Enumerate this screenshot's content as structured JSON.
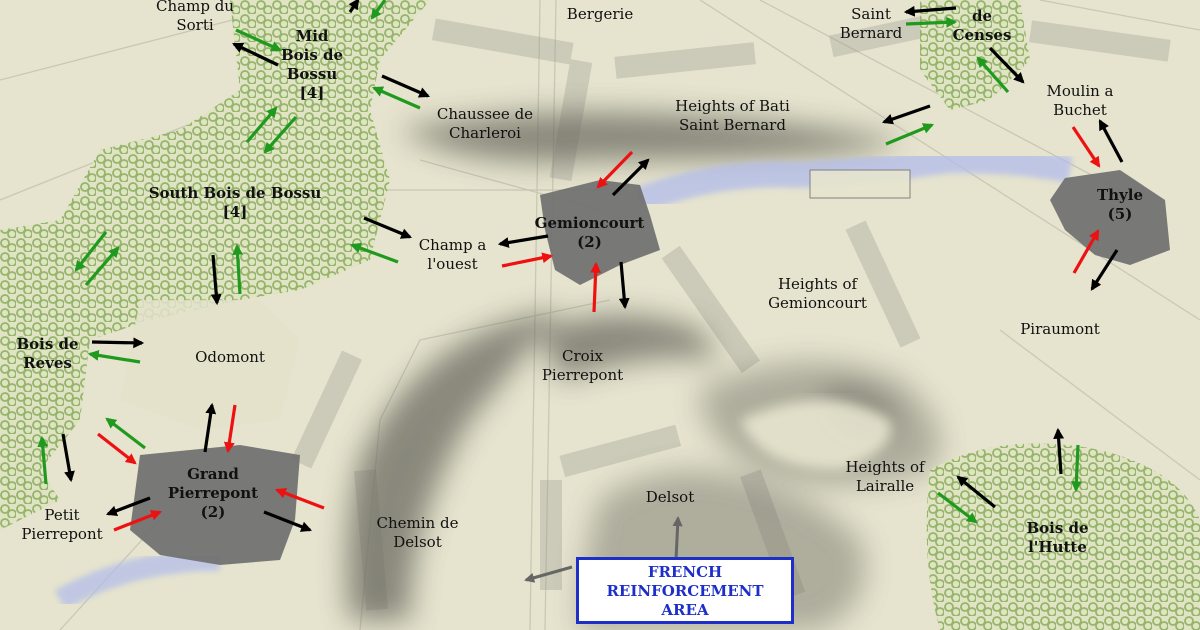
{
  "map": {
    "colors": {
      "background": "#e6e4ce",
      "woods": "#9dbb74",
      "town": "#6f6f6f",
      "stream": "#a9b4ea",
      "arrow_black": "#000000",
      "arrow_green": "#1f9a1f",
      "arrow_red": "#ee1111",
      "reinforcement_border": "#1d2fc8"
    },
    "labels": {
      "champ_du_sorti": "Champ du\nSorti",
      "mid_bois_de_bossu": "Mid\nBois de\nBossu\n[4]",
      "bergerie": "Bergerie",
      "saint_bernard": "Saint\nBernard",
      "de_censes": "de\nCenses",
      "moulin_a_buchet": "Moulin a\nBuchet",
      "chaussee_de_charleroi": "Chaussee de\nCharleroi",
      "heights_of_bati_saint_bernard": "Heights of Bati\nSaint Bernard",
      "south_bois_de_bossu": "South Bois de Bossu\n[4]",
      "gemioncourt": "Gemioncourt\n(2)",
      "thyle": "Thyle\n(5)",
      "champ_a_louest": "Champ a\nl'ouest",
      "heights_of_gemioncourt": "Heights of\nGemioncourt",
      "piraumont": "Piraumont",
      "bois_de_reves": "Bois de\nReves",
      "odomont": "Odomont",
      "croix_pierrepont": "Croix\nPierrepont",
      "grand_pierrepont": "Grand\nPierrepont\n(2)",
      "heights_of_lairalle": "Heights of\nLairalle",
      "petit_pierrepont": "Petit\nPierrepont",
      "delsot": "Delsot",
      "chemin_de_delsot": "Chemin de\nDelsot",
      "bois_de_lhutte": "Bois de\nl'Hutte",
      "french_reinforcement_area": "FRENCH\nREINFORCEMENT\nAREA"
    }
  }
}
